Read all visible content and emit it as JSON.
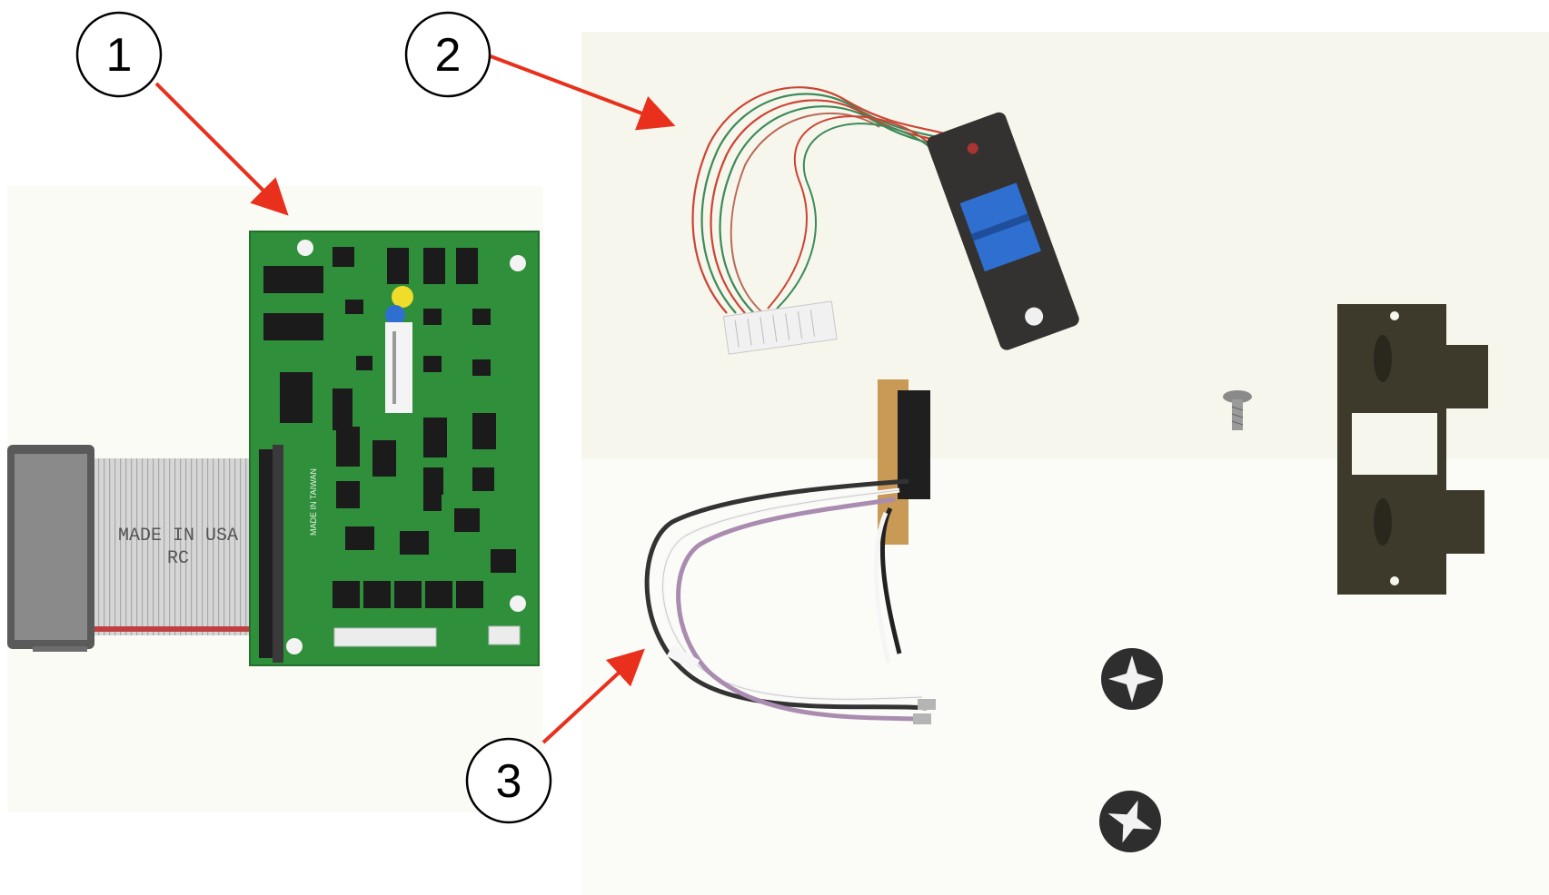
{
  "callouts": [
    {
      "number": "1"
    },
    {
      "number": "2"
    },
    {
      "number": "3"
    }
  ],
  "board_print": {
    "made_in": "MADE IN TAIWAN"
  },
  "cable_print": {
    "line1": "MADE IN USA",
    "line2": "RC"
  },
  "colors": {
    "arrow": "#e8301c",
    "pcb": "#2f8f3a",
    "ribbon": "#cfcfcf",
    "sensor_blue": "#2f6fd0",
    "plastic": "#3d3a2c"
  },
  "icons": [
    "pcb-board-icon",
    "ribbon-cable-icon",
    "wire-harness-icon",
    "optical-sensor-icon",
    "bracket-icon",
    "screw-icon",
    "push-nut-icon"
  ]
}
